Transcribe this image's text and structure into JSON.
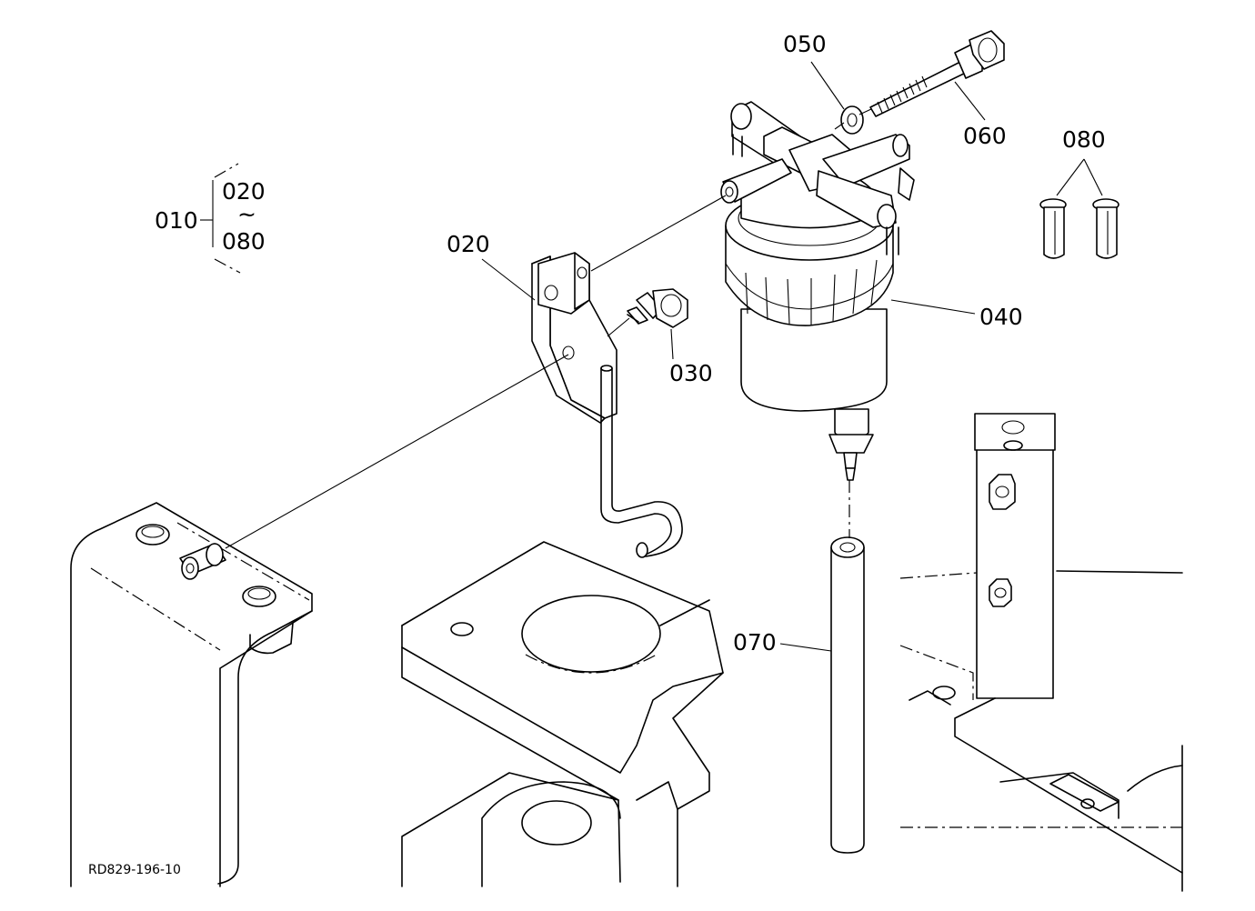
{
  "callouts": {
    "assembly": "010",
    "range_start": "020",
    "range_sep": "~",
    "range_end": "080",
    "bracket": "020",
    "bolt_030": "030",
    "filter": "040",
    "washer": "050",
    "bolt_060": "060",
    "hose": "070",
    "pins": "080"
  },
  "reference_code": "RD829-196-10"
}
